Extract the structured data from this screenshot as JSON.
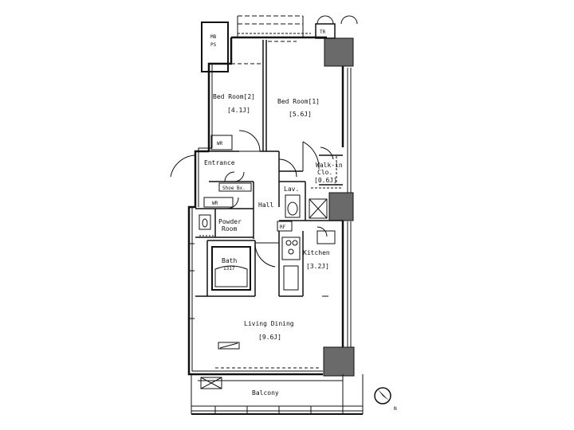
{
  "floor_plan": {
    "rooms": {
      "mb_ps": {
        "line1": "MB",
        "line2": "PS"
      },
      "bedroom2": {
        "name": "Bed Room[2]",
        "size": "[4.1J]"
      },
      "bedroom1": {
        "name": "Bed Room[1]",
        "size": "[5.6J]"
      },
      "entrance": {
        "name": "Entrance"
      },
      "walkin": {
        "line1": "Walk-in",
        "line2": "Clo.",
        "size": "[0.6J]"
      },
      "lav": {
        "name": "Lav."
      },
      "hall": {
        "name": "Hall"
      },
      "powder": {
        "line1": "Powder",
        "line2": "Room"
      },
      "bath": {
        "line1": "Bath",
        "line2": "1317"
      },
      "kitchen": {
        "name": "Kitchen",
        "size": "[3.2J]"
      },
      "living": {
        "name": "Living Dining",
        "size": "[9.6J]"
      },
      "balcony": {
        "name": "Balcony"
      },
      "tr": {
        "name": "TR"
      }
    },
    "fixture_labels": {
      "wr_bedroom2": "WR",
      "shoe_box": "Shoe Bx.",
      "wr_hall": "WR",
      "rf": "RF"
    },
    "north_arrow": {
      "label": "N"
    }
  }
}
